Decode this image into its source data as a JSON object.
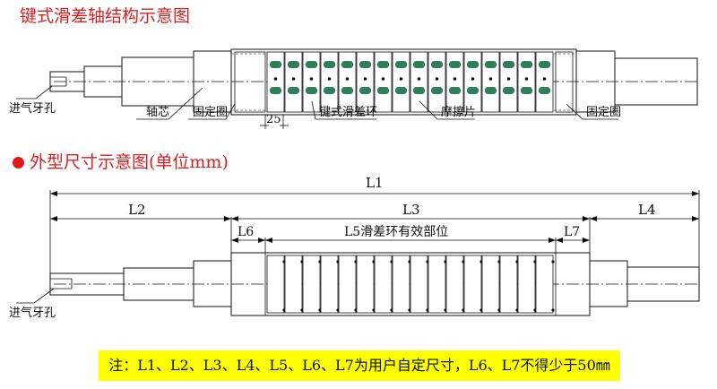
{
  "diagram1": {
    "title": "键式滑差轴结构示意图",
    "labels": {
      "air_hole": "进气牙孔",
      "shaft_core": "轴芯",
      "fixed_ring_left": "固定圈",
      "pitch": "25",
      "key_ring": "键式滑差环",
      "friction_plate": "摩擦片",
      "fixed_ring_right": "固定圈"
    }
  },
  "diagram2": {
    "title": "外型尺寸示意图(单位mm)",
    "dims": {
      "l1": "L1",
      "l2": "L2",
      "l3": "L3",
      "l4": "L4",
      "l5": "L5滑差环有效部位",
      "l6": "L6",
      "l7": "L7"
    },
    "air_hole": "进气牙孔"
  },
  "note": "注：L1、L2、L3、L4、L5、L6、L7为用户自定尺寸，L6、L7不得少于50㎜",
  "colors": {
    "title": "#d81e1e",
    "friction": "#2e7d5b",
    "note_bg": "#ffff00"
  }
}
